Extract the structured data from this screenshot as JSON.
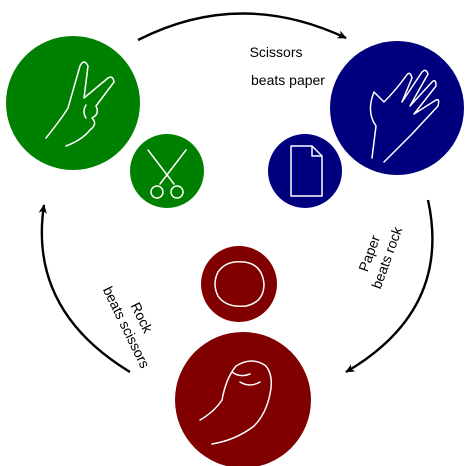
{
  "labels": {
    "scissors_beats_paper": [
      "Scissors",
      "beats paper"
    ],
    "paper_beats_rock": [
      "Paper",
      "beats rock"
    ],
    "rock_beats_scissors": [
      "Rock",
      "beats scissors"
    ]
  },
  "colors": {
    "scissors": "#008000",
    "paper": "#00007f",
    "rock": "#800000",
    "arrows": "#000000",
    "icon_stroke": "#ffffff"
  },
  "icons": {
    "scissors_hand": "v-sign-hand-icon",
    "scissors": "scissors-icon",
    "paper_hand": "open-palm-hand-icon",
    "paper": "document-page-icon",
    "rock_hand": "fist-hand-icon",
    "rock": "stone-icon"
  }
}
